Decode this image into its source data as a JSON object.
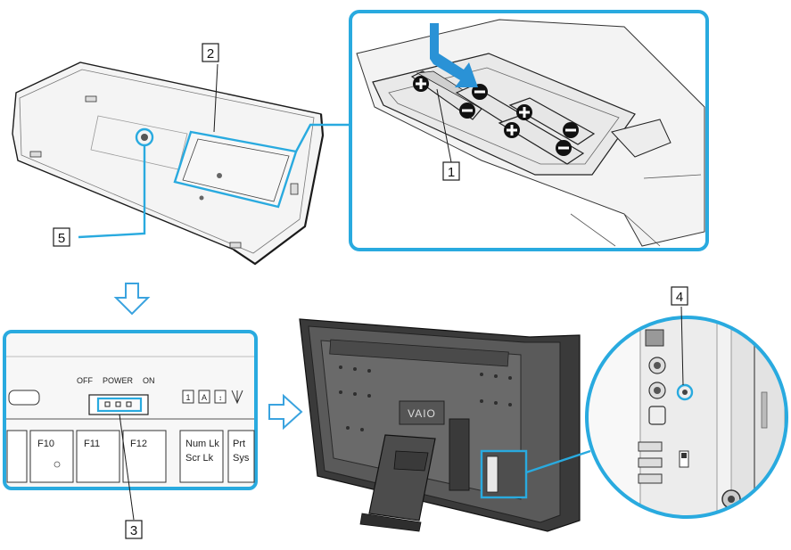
{
  "callouts": [
    "1",
    "2",
    "3",
    "4",
    "5"
  ],
  "keyboard_panel": {
    "switch_labels": {
      "off": "OFF",
      "power": "POWER",
      "on": "ON"
    },
    "keys": [
      "F10",
      "F11",
      "F12",
      "Num Lk",
      "Scr Lk",
      "Prt",
      "Sys"
    ]
  },
  "monitor": {
    "logo": "VAIO"
  },
  "colors": {
    "callout_frame": "#29aadf",
    "arrow_blue": "#2a92d6",
    "hollow_arrow": "#3aa3df",
    "line": "#1b1b1b"
  },
  "icons": [
    "battery-plus-icon",
    "battery-minus-icon",
    "insert-arrow-icon",
    "down-arrow-icon",
    "right-arrow-icon",
    "power-switch-icon",
    "connect-button-icon"
  ]
}
